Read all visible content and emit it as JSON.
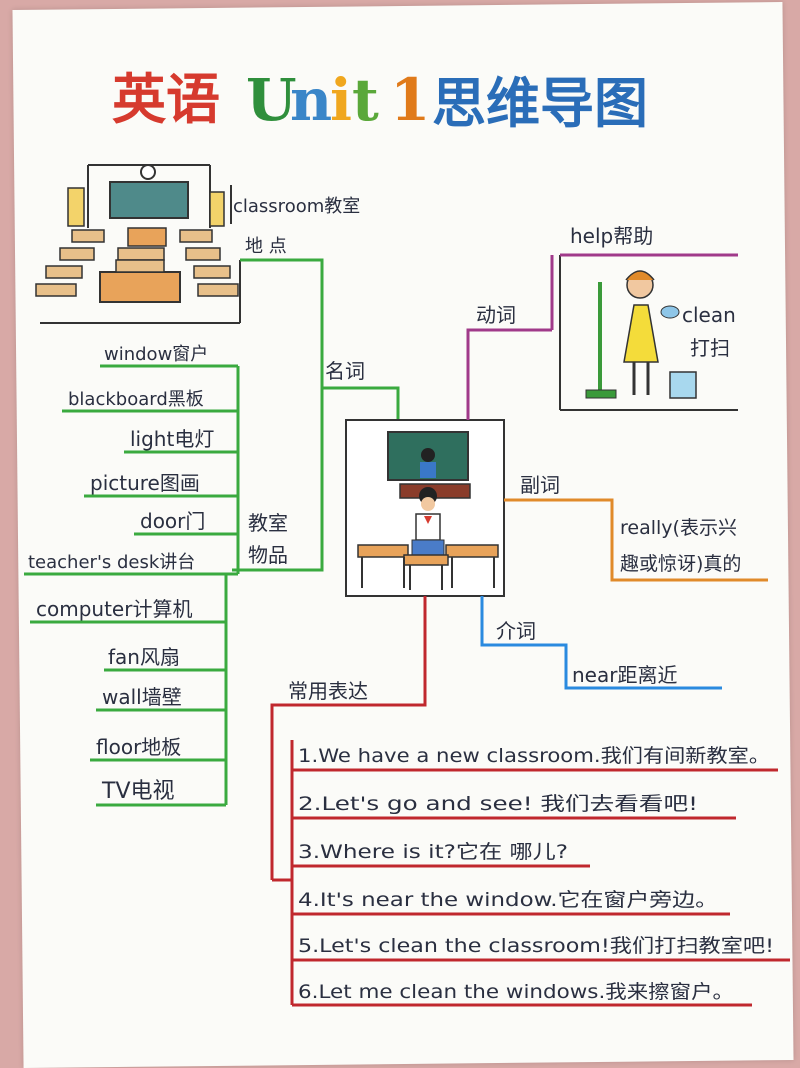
{
  "title": {
    "prefix": "英语",
    "unit_letters": [
      "U",
      "n",
      "i",
      "t",
      "1"
    ],
    "suffix": "思维导图",
    "colors": {
      "prefix": "#d63a2e",
      "unit": [
        "#2f8f3c",
        "#3a86c8",
        "#f0a71e",
        "#5aa83a",
        "#e07a1a"
      ],
      "suffix": "#2a6db8"
    }
  },
  "branches": {
    "place": {
      "label": "地 点",
      "word": "classroom教室",
      "color": "#3aaa3f"
    },
    "noun": {
      "label": "名词",
      "color": "#3aaa3f"
    },
    "items": {
      "label_line1": "教室",
      "label_line2": "物品",
      "color": "#3aaa3f",
      "words": [
        "window窗户",
        "blackboard黑板",
        "light电灯",
        "picture图画",
        "door门",
        "teacher's desk讲台",
        "computer计算机",
        "fan风扇",
        "wall墙壁",
        "floor地板",
        "TV电视"
      ]
    },
    "verb": {
      "label": "动词",
      "color": "#a03a8a",
      "word_help": "help帮助",
      "word_clean_1": "clean",
      "word_clean_2": "打扫"
    },
    "adverb": {
      "label": "副词",
      "color": "#e08a2a",
      "line1": "really(表示兴",
      "line2": "趣或惊讶)真的"
    },
    "prep": {
      "label": "介词",
      "color": "#2a8adf",
      "word": "near距离近"
    },
    "phrases": {
      "label": "常用表达",
      "color": "#c0282e",
      "sentences": [
        "1.We have a new classroom.我们有间新教室。",
        "2.Let's go and see! 我们去看看吧!",
        "3.Where is it?它在 哪儿?",
        "4.It's near the window.它在窗户旁边。",
        "5.Let's clean the classroom!我们打扫教室吧!",
        "6.Let me clean the windows.我来擦窗户。"
      ]
    }
  }
}
